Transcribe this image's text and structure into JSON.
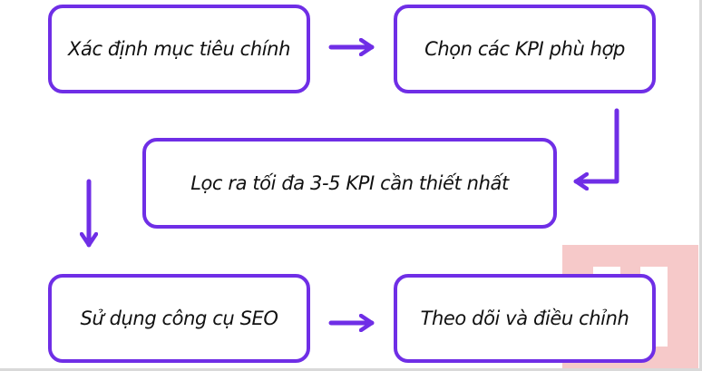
{
  "flow": {
    "steps": [
      {
        "label": "Xác định mục tiêu chính"
      },
      {
        "label": "Chọn các KPI phù hợp"
      },
      {
        "label": "Lọc ra tối đa 3-5 KPI cần thiết nhất"
      },
      {
        "label": "Sử dụng công cụ SEO"
      },
      {
        "label": "Theo dõi và điều chỉnh"
      }
    ]
  },
  "colors": {
    "box_border": "#6f2ee6",
    "arrow": "#6f2ee6",
    "watermark": "#f6c9c9"
  },
  "watermark": {
    "icon": "logo-watermark-icon"
  }
}
